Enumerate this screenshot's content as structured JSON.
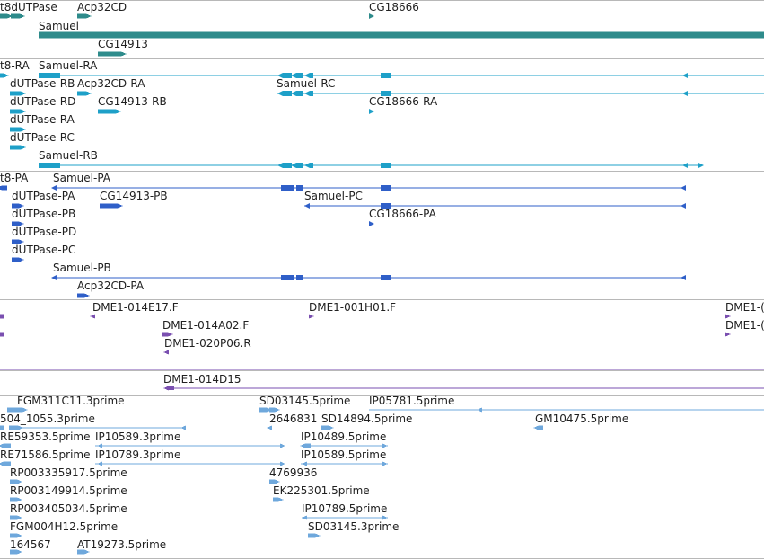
{
  "colors": {
    "gene": "#2e8b8b",
    "transcript": "#1ea0c8",
    "protein": "#2f5fc8",
    "est_clone": "#7a4fb0",
    "est_read": "#6fa8dc",
    "divider": "#b8b8b8"
  },
  "tracks": {
    "genes": [
      "t8dUTPase",
      "Acp32CD",
      "CG18666",
      "Samuel",
      "CG14913"
    ],
    "transcripts": [
      "t8-RA",
      "Samuel-RA",
      "dUTPase-RB",
      "Acp32CD-RA",
      "Samuel-RC",
      "dUTPase-RD",
      "CG14913-RB",
      "CG18666-RA",
      "dUTPase-RA",
      "dUTPase-RC",
      "Samuel-RB"
    ],
    "proteins": [
      "t8-PA",
      "Samuel-PA",
      "dUTPase-PA",
      "CG14913-PB",
      "Samuel-PC",
      "dUTPase-PB",
      "CG18666-PA",
      "dUTPase-PD",
      "dUTPase-PC",
      "Samuel-PB",
      "Acp32CD-PA"
    ],
    "est_clones": [
      "DME1-014E17.F",
      "DME1-001H01.F",
      "DME1-(",
      "DME1-014A02.F",
      "DME1-(",
      "DME1-020P06.R"
    ],
    "cdna_clone": [
      "DME1-014D15"
    ],
    "est_reads": [
      "FGM311C11.3prime",
      "SD03145.5prime",
      "IP05781.5prime",
      "504_1055.3prime",
      "2646831",
      "SD14894.5prime",
      "GM10475.5prime",
      "RE59353.5prime",
      "IP10589.3prime",
      "IP10489.5prime",
      "RE71586.5prime",
      "IP10789.3prime",
      "IP10589.5prime",
      "RP003335917.5prime",
      "4769936",
      "RP003149914.5prime",
      "EK225301.5prime",
      "RP003405034.5prime",
      "IP10789.5prime",
      "FGM004H12.5prime",
      "SD03145.3prime",
      "164567",
      "AT19273.5prime"
    ]
  }
}
